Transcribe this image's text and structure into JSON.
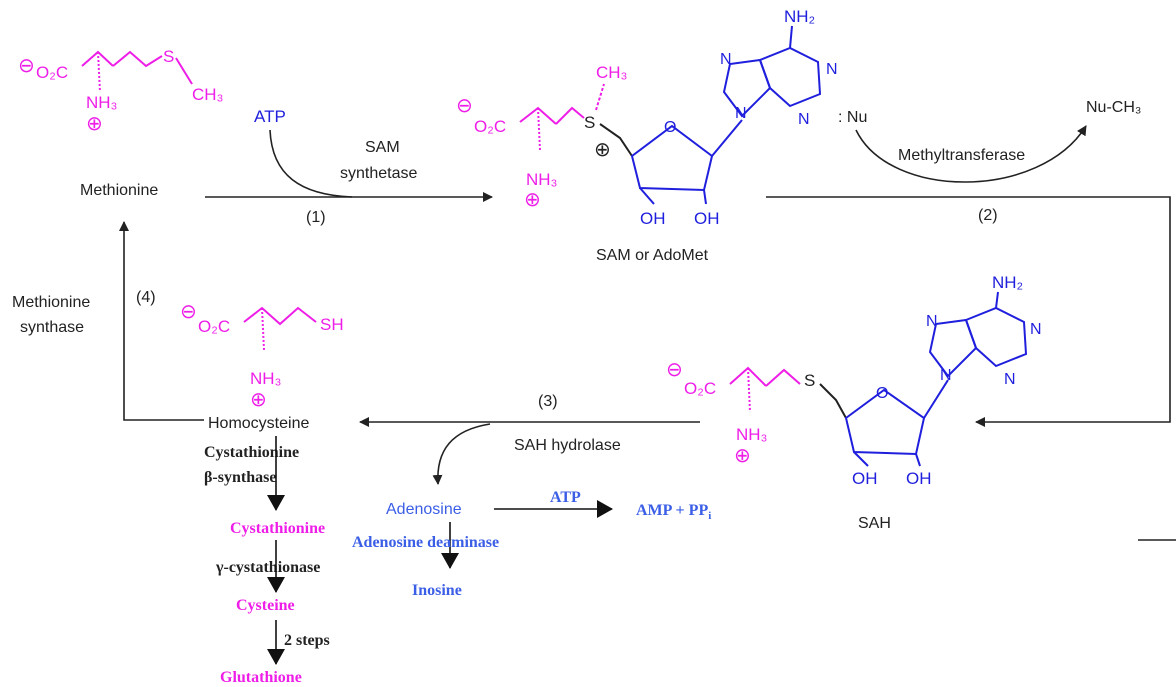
{
  "molecules": {
    "methionine": {
      "name": "Methionine",
      "anion": "⊖",
      "o2c": "O₂C",
      "nh3": "NH₃",
      "cation": "⊕",
      "s": "S",
      "ch3": "CH₃"
    },
    "sam": {
      "name": "SAM or AdoMet",
      "ch3": "CH₃",
      "s": "S",
      "nh2": "NH₂",
      "n": "N",
      "oh": "OH",
      "o": "O"
    },
    "sah": {
      "name": "SAH",
      "s": "S",
      "nh2": "NH₂",
      "n": "N",
      "oh": "OH",
      "o": "O"
    },
    "homocysteine": {
      "name": "Homocysteine",
      "sh": "SH"
    }
  },
  "reagents": {
    "atp": "ATP",
    "nu": ": Nu",
    "nu_ch3": "Nu-CH₃",
    "adenosine": "Adenosine",
    "inosine": "Inosine",
    "amp_pp": "AMP + PP",
    "amp_sub": "i",
    "cystathionine": "Cystathionine",
    "cysteine": "Cysteine",
    "glutathione": "Glutathione"
  },
  "enzymes": {
    "sam_synthetase_1": "SAM",
    "sam_synthetase_2": "synthetase",
    "methyltransferase": "Methyltransferase",
    "sah_hydrolase": "SAH hydrolase",
    "methionine_synthase_1": "Methionine",
    "methionine_synthase_2": "synthase",
    "cbs_1": "Cystathionine",
    "cbs_2": "β-synthase",
    "cgl": "γ-cystathionase",
    "steps": "2 steps",
    "adenosine_deaminase": "Adenosine deaminase"
  },
  "steps": {
    "s1": "(1)",
    "s2": "(2)",
    "s3": "(3)",
    "s4": "(4)"
  },
  "colors": {
    "magenta": "#ee1ee8",
    "blue": "#1f1fdd",
    "steel_blue": "#3b5ee6",
    "black": "#222222"
  }
}
